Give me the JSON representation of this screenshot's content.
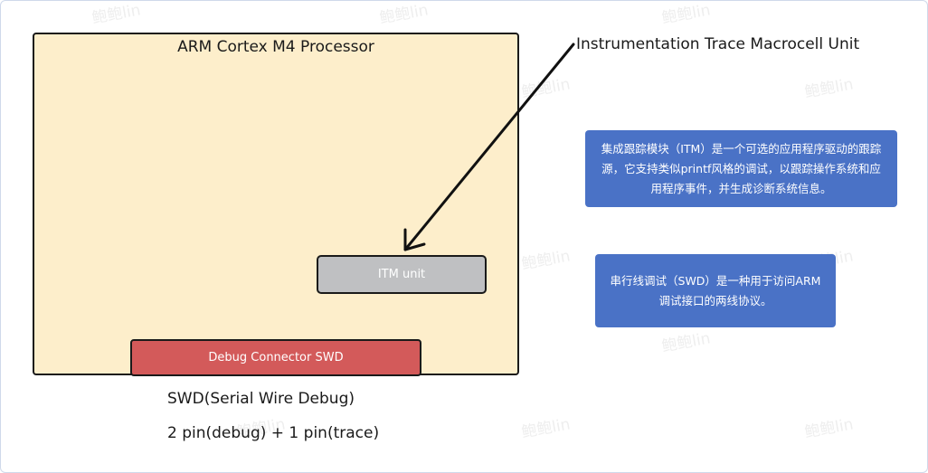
{
  "processor": {
    "title": "ARM Cortex M4 Processor"
  },
  "itm_unit": {
    "label": "ITM unit"
  },
  "debug_connector": {
    "label": "Debug Connector SWD"
  },
  "itm_callout": {
    "label": "Instrumentation Trace Macrocell Unit"
  },
  "swd_labels": {
    "line1": "SWD(Serial Wire Debug)",
    "line2": "2 pin(debug) + 1 pin(trace)"
  },
  "notes": {
    "itm": "集成跟踪模块（ITM）是一个可选的应用程序驱动的跟踪源，它支持类似printf风格的调试，以跟踪操作系统和应用程序事件，并生成诊断系统信息。",
    "swd": "串行线调试（SWD）是一种用于访问ARM调试接口的两线协议。"
  },
  "watermark": {
    "text": "鲍鲍lin"
  },
  "colors": {
    "processor_fill": "#fdeecb",
    "itm_fill": "#bfc0c2",
    "swd_fill": "#d35a5a",
    "note_fill": "#4a72c6"
  }
}
